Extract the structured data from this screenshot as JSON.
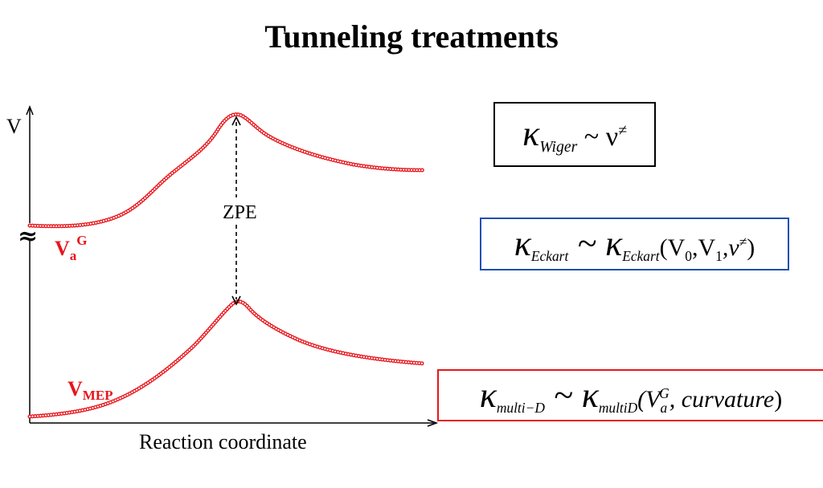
{
  "title": "Tunneling treatments",
  "axis": {
    "y_label": "V",
    "x_label": "Reaction coordinate",
    "break_symbol": "≈"
  },
  "curves": {
    "upper_label": {
      "main": "V",
      "sub": "a",
      "sup": "G"
    },
    "lower_label": {
      "main": "V",
      "sub": "MEP"
    },
    "gap_label": "ZPE",
    "color": "#e8151b"
  },
  "equations": {
    "wigner": {
      "kappa": "κ",
      "sub": "Wiger",
      "rhs": " ~ ν",
      "sup": "≠",
      "border": "#000000"
    },
    "eckart": {
      "kappa": "κ",
      "sub": "Eckart",
      "rhs_kappa": " ~ κ",
      "rhs_sub": "Eckart",
      "args_open": "(V",
      "v0_sub": "0",
      "comma1": ",V",
      "v1_sub": "1",
      "nu": ",ν",
      "nu_sup": "≠",
      "close": ")",
      "border": "#1e4fb4"
    },
    "multid": {
      "kappa": "κ",
      "sub": "multi−D",
      "rhs_kappa": " ~ κ",
      "rhs_sub": "multiD",
      "open": "(V",
      "va_sub": "a",
      "va_sup": "G",
      "rest": ", curvature",
      "close": ")",
      "border": "#e8151b"
    }
  }
}
